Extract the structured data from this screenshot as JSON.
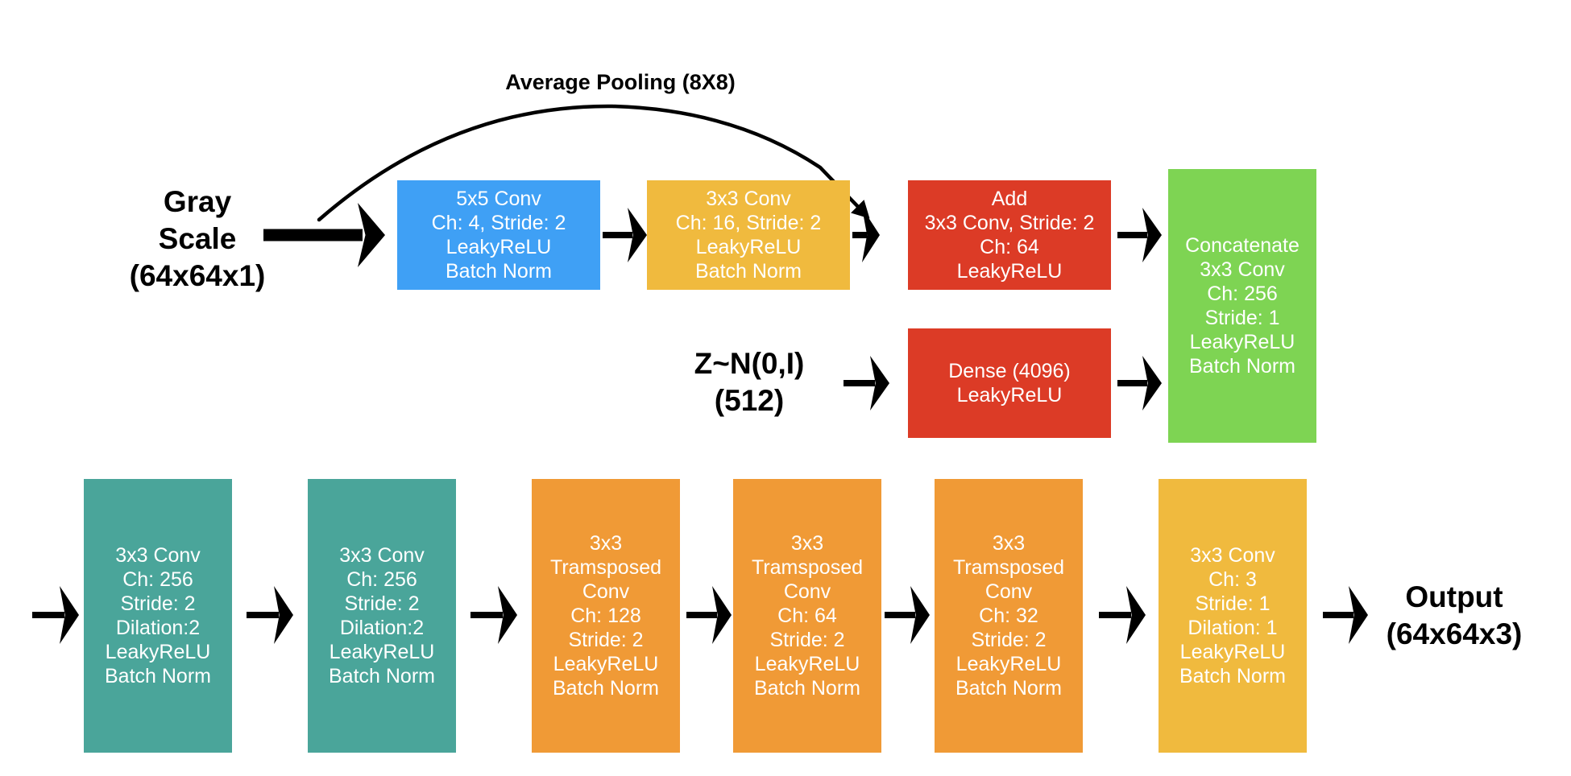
{
  "colors": {
    "blue": "#3fa0f5",
    "yellow": "#f0ba3e",
    "red": "#dc3b26",
    "green": "#7ed453",
    "teal": "#4aa59a",
    "orange": "#f09a36",
    "arrow": "#000000"
  },
  "labels": {
    "skip": "Average Pooling (8X8)",
    "input": [
      "Gray",
      "Scale",
      "(64x64x1)"
    ],
    "noise": [
      "Z~N(0,I)",
      "(512)"
    ],
    "output": [
      "Output",
      "(64x64x3)"
    ]
  },
  "blocks": [
    {
      "id": "conv5x5",
      "color": "blue",
      "lines": [
        "5x5 Conv",
        "Ch: 4, Stride: 2",
        "LeakyReLU",
        "Batch Norm"
      ]
    },
    {
      "id": "conv3x3-16",
      "color": "yellow",
      "lines": [
        "3x3 Conv",
        "Ch: 16, Stride: 2",
        "LeakyReLU",
        "Batch Norm"
      ]
    },
    {
      "id": "add-conv",
      "color": "red",
      "lines": [
        "Add",
        "3x3 Conv, Stride: 2",
        "Ch: 64",
        "LeakyReLU"
      ]
    },
    {
      "id": "dense",
      "color": "red",
      "lines": [
        "Dense (4096)",
        "LeakyReLU"
      ]
    },
    {
      "id": "concat",
      "color": "green",
      "lines": [
        "Concatenate",
        "3x3 Conv",
        "Ch: 256",
        "Stride: 1",
        "LeakyReLU",
        "Batch Norm"
      ]
    },
    {
      "id": "dil-conv-1",
      "color": "teal",
      "lines": [
        "3x3 Conv",
        "Ch: 256",
        "Stride: 2",
        "Dilation:2",
        "LeakyReLU",
        "Batch Norm"
      ]
    },
    {
      "id": "dil-conv-2",
      "color": "teal",
      "lines": [
        "3x3 Conv",
        "Ch: 256",
        "Stride: 2",
        "Dilation:2",
        "LeakyReLU",
        "Batch Norm"
      ]
    },
    {
      "id": "tconv-128",
      "color": "orange",
      "lines": [
        "3x3",
        "Tramsposed",
        "Conv",
        "Ch: 128",
        "Stride: 2",
        "LeakyReLU",
        "Batch Norm"
      ]
    },
    {
      "id": "tconv-64",
      "color": "orange",
      "lines": [
        "3x3",
        "Tramsposed",
        "Conv",
        "Ch: 64",
        "Stride: 2",
        "LeakyReLU",
        "Batch Norm"
      ]
    },
    {
      "id": "tconv-32",
      "color": "orange",
      "lines": [
        "3x3",
        "Tramsposed",
        "Conv",
        "Ch: 32",
        "Stride: 2",
        "LeakyReLU",
        "Batch Norm"
      ]
    },
    {
      "id": "final-conv",
      "color": "yellow",
      "lines": [
        "3x3 Conv",
        "Ch: 3",
        "Stride: 1",
        "Dilation: 1",
        "LeakyReLU",
        "Batch Norm"
      ]
    }
  ]
}
